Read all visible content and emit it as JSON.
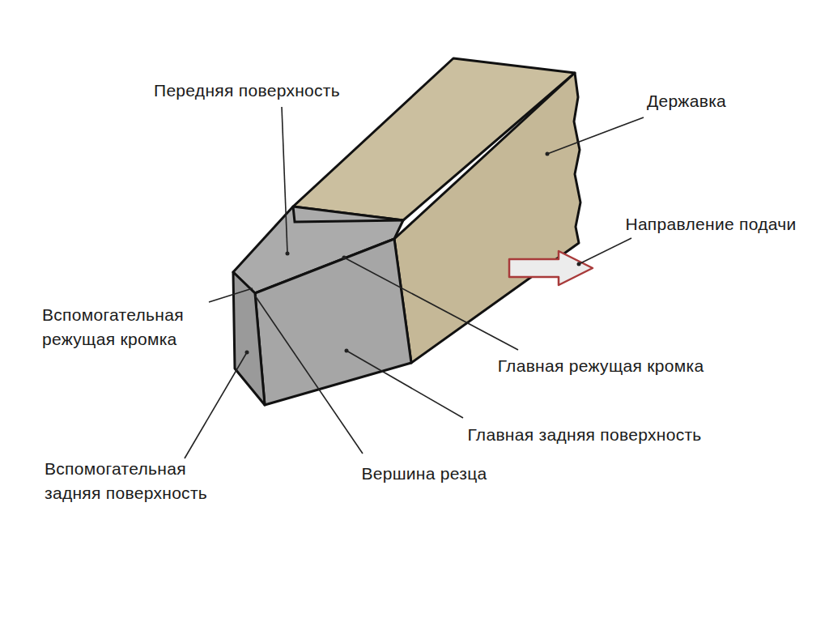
{
  "diagram": {
    "labels": [
      "Передняя поверхность",
      "Державка",
      "Направление подачи",
      "Вспомогательная режущая кромка",
      "Главная режущая кромка",
      "Главная задняя поверхность",
      "Вспомогательная задняя поверхность",
      "Вершина резца"
    ]
  }
}
